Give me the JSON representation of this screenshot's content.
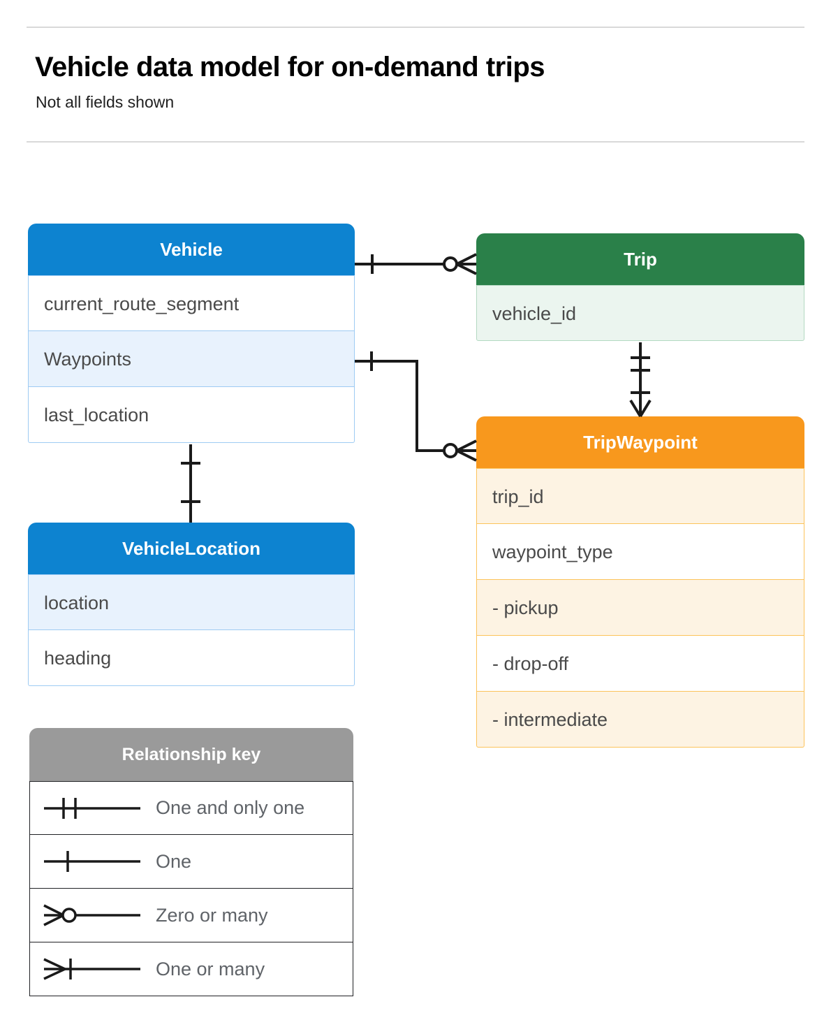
{
  "header": {
    "title": "Vehicle data model for on-demand trips",
    "subtitle": "Not all fields shown"
  },
  "entities": [
    {
      "id": "vehicle",
      "name": "Vehicle",
      "color": "#0d83d0",
      "fields": [
        "current_route_segment",
        "Waypoints",
        "last_location"
      ]
    },
    {
      "id": "vehicle-location",
      "name": "VehicleLocation",
      "color": "#0d83d0",
      "fields": [
        "location",
        "heading"
      ]
    },
    {
      "id": "trip",
      "name": "Trip",
      "color": "#2a8049",
      "fields": [
        "vehicle_id"
      ]
    },
    {
      "id": "trip-waypoint",
      "name": "TripWaypoint",
      "color": "#f8981d",
      "fields": [
        "trip_id",
        "waypoint_type",
        "-  pickup",
        "-  drop-off",
        "-  intermediate"
      ]
    }
  ],
  "legend": {
    "title": "Relationship key",
    "rows": [
      {
        "symbol": "one-and-only-one",
        "label": "One and only one"
      },
      {
        "symbol": "one",
        "label": "One"
      },
      {
        "symbol": "zero-or-many",
        "label": "Zero or many"
      },
      {
        "symbol": "one-or-many",
        "label": "One or many"
      }
    ]
  },
  "relationships": [
    {
      "from": "Vehicle",
      "from_cardinality": "one",
      "to": "Trip",
      "to_cardinality": "zero-or-many"
    },
    {
      "from": "Vehicle.Waypoints",
      "from_cardinality": "one",
      "to": "TripWaypoint",
      "to_cardinality": "zero-or-many"
    },
    {
      "from": "Trip",
      "from_cardinality": "one-and-only-one",
      "to": "TripWaypoint",
      "to_cardinality": "one-or-many"
    },
    {
      "from": "Vehicle",
      "from_cardinality": "one",
      "to": "VehicleLocation",
      "to_cardinality": "one"
    }
  ]
}
